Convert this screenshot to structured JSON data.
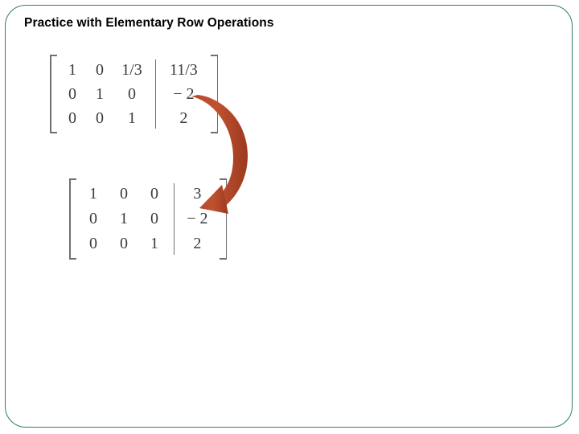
{
  "slide": {
    "title": "Practice with Elementary Row Operations",
    "border_color": "#2e7d6f",
    "background": "#ffffff",
    "arrow_color": "#b8472a"
  },
  "matrices": [
    {
      "name": "matrix-top",
      "coefficients": [
        [
          "1",
          "0",
          "1/3"
        ],
        [
          "0",
          "1",
          "0"
        ],
        [
          "0",
          "0",
          "1"
        ]
      ],
      "augment": [
        "11/3",
        "− 2",
        "2"
      ]
    },
    {
      "name": "matrix-bottom",
      "coefficients": [
        [
          "1",
          "0",
          "0"
        ],
        [
          "0",
          "1",
          "0"
        ],
        [
          "0",
          "0",
          "1"
        ]
      ],
      "augment": [
        "3",
        "− 2",
        "2"
      ]
    }
  ],
  "icons": {
    "curved_arrow": "curved-down-arrow-icon"
  }
}
